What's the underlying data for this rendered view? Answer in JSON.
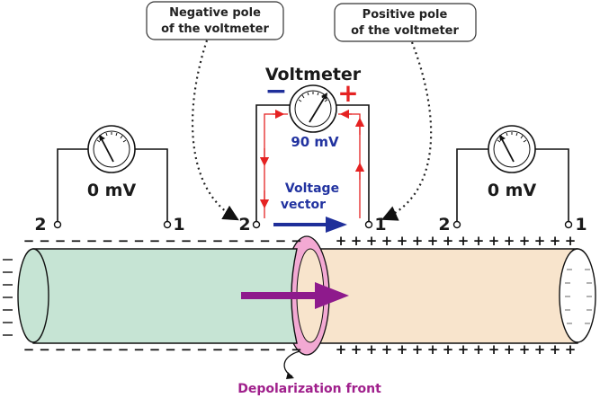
{
  "callouts": {
    "negative": [
      "Negative pole",
      "of the voltmeter"
    ],
    "positive": [
      "Positive pole",
      "of the voltmeter"
    ]
  },
  "voltmeter": {
    "title": "Voltmeter",
    "minus_sign": "−",
    "plus_sign": "+",
    "reading": "90 mV"
  },
  "meters": {
    "left": {
      "reading": "0 mV",
      "terminal_left": "2",
      "terminal_right": "1"
    },
    "right": {
      "reading": "0 mV",
      "terminal_left": "2",
      "terminal_right": "1"
    }
  },
  "middle_terminals": {
    "left": "2",
    "right": "1"
  },
  "voltage_vector": {
    "label": [
      "Voltage",
      "vector"
    ]
  },
  "depolarization_front": {
    "label": "Depolarization front"
  },
  "charges": {
    "negative_sign": "−",
    "positive_sign": "+"
  },
  "colors": {
    "depolarized_fill": "#c6e4d4",
    "polarized_fill": "#f8e4cc",
    "front_ring": "#f3a9d3",
    "front_arrow": "#8e1a8c",
    "vector_arrow": "#1f2f9a",
    "red_wire": "#e52222",
    "label_magenta": "#a0208c",
    "label_blue": "#2233a0"
  }
}
